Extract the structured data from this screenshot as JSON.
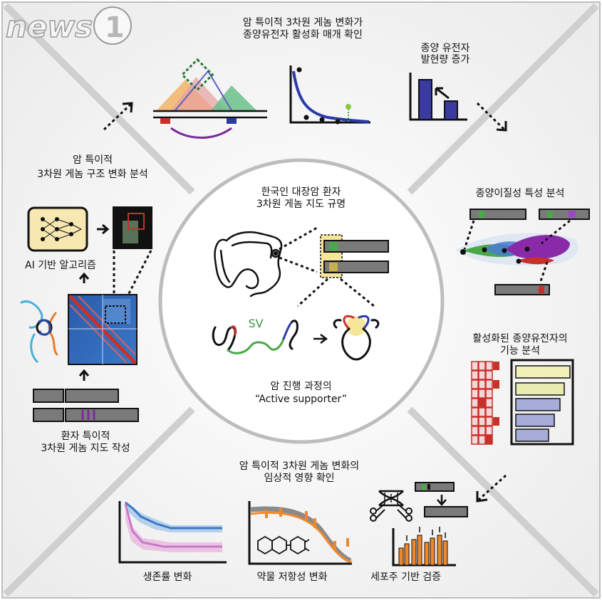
{
  "labels": {
    "top_center": [
      "암 특이적 3차원 게놈 변화가",
      "종양유전자 활성화 매개 확인"
    ],
    "top_right": [
      "종양 유전자",
      "발현량 증가"
    ],
    "left_top": [
      "암 특이적",
      "3차원 게놈 구조 변화 분석"
    ],
    "ai": "AI 기반 알고리즘",
    "center_top": [
      "한국인 대장암 환자",
      "3차원 게놈 지도 규명"
    ],
    "sv": "SV",
    "center_bottom": [
      "암 진행 과정의",
      "“Active supporter”"
    ],
    "right_top": "종양이질성 특성 분석",
    "right_bottom": [
      "활성화된 종양유전자의",
      "기능 분석"
    ],
    "left_bottom": [
      "환자 특이적",
      "3차원 게놈 지도 작성"
    ],
    "bottom_center": [
      "암 특이적 3차원 게놈 변화의",
      "임상적 영향 확인"
    ],
    "bottom_1": "생존률 변화",
    "bottom_2": "약물 저항성 변화",
    "bottom_3": "세포주 기반 검증"
  },
  "watermark": "news 1",
  "colors": {
    "background": "#f2f2f2",
    "panel_edge": "#c8c8c8",
    "heatmap_blue": "#2a5caa",
    "heatmap_red": "#c8302a",
    "green": "#4aa84a",
    "purple": "#7a2a9a",
    "blue_line": "#2a3aa8",
    "orange": "#f0882a"
  },
  "icons": [
    "colon-icon",
    "neural-network-icon",
    "dna-scissors-icon",
    "chemical-structure-icon"
  ]
}
